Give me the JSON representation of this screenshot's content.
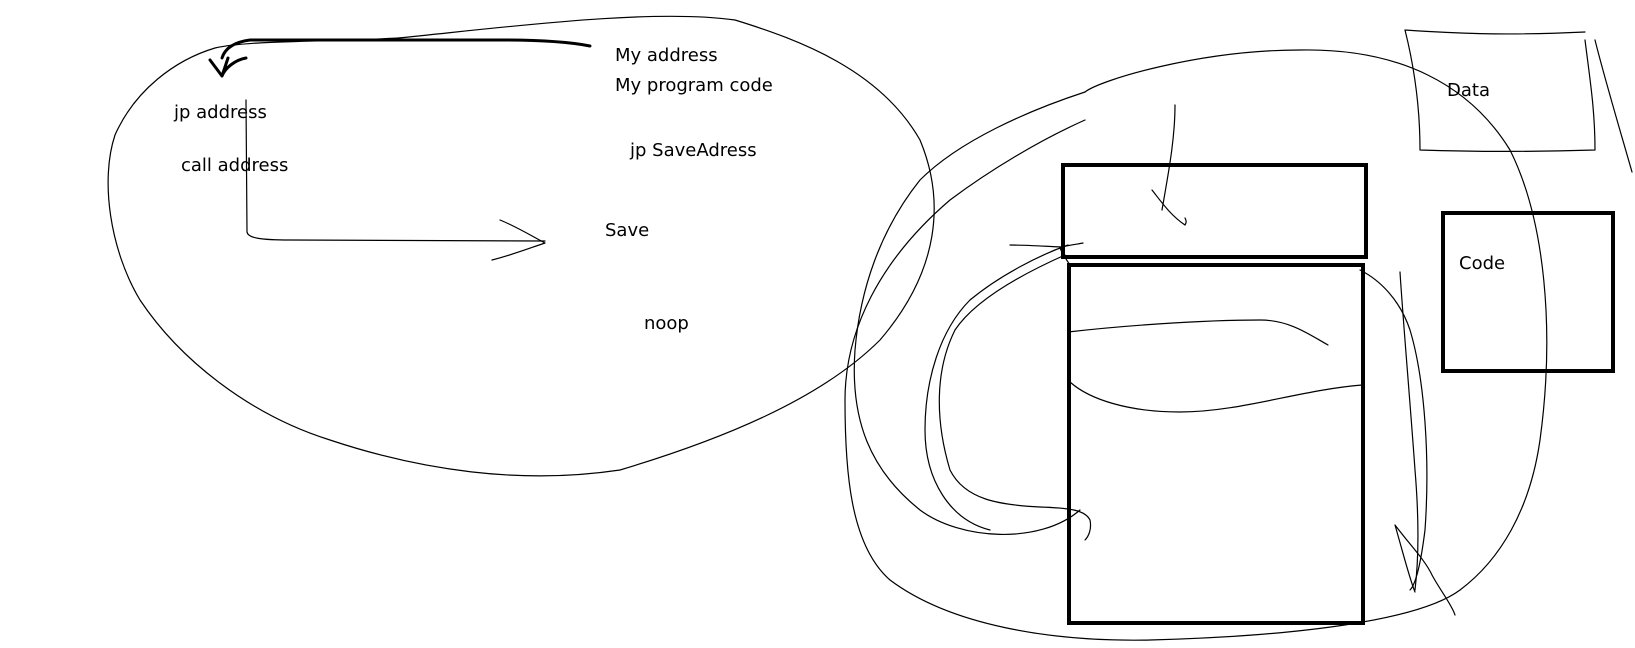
{
  "labels": {
    "jp_address": "jp  address",
    "call_address": "call address",
    "my_address": "My address",
    "my_program_code": "My program code",
    "jp_saveadress": "jp SaveAdress",
    "save": "Save",
    "noop": "noop",
    "data": "Data",
    "code": "Code"
  }
}
